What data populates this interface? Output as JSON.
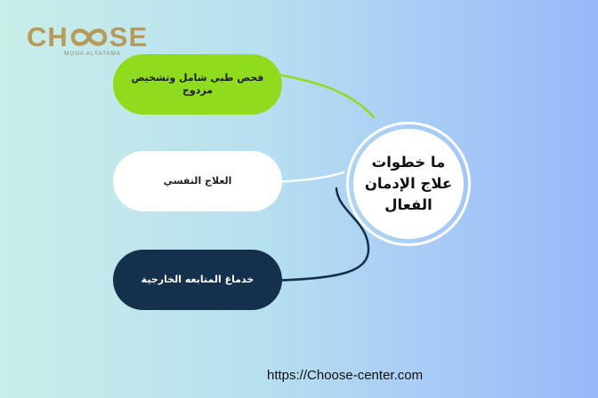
{
  "logo": {
    "word_left": "CH",
    "word_right": "SE",
    "subtitle": "MONA ALYATAMA",
    "color": "#b59a5b"
  },
  "center": {
    "title": "ما خطوات علاج الإدمان الفعال"
  },
  "steps": [
    {
      "label": "فحص طبي شامل وتشخيص مزدوج",
      "color": "#8fdc1e"
    },
    {
      "label": "العلاج النفسي",
      "color": "#ffffff"
    },
    {
      "label": "خدماغ المتابعه الخارجية",
      "color": "#14304d"
    }
  ],
  "footer": {
    "url": "https://Choose-center.com"
  }
}
